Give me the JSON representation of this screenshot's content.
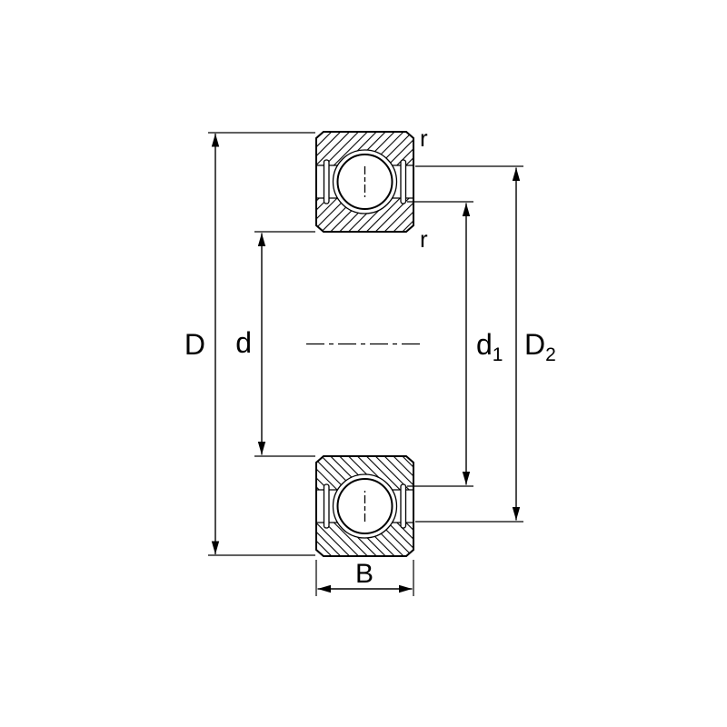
{
  "labels": {
    "D": "D",
    "d": "d",
    "d1_main": "d",
    "d1_sub": "1",
    "D2_main": "D",
    "D2_sub": "2",
    "B": "B",
    "r_outer": "r",
    "r_inner": "r"
  },
  "colors": {
    "line": "#000000",
    "background": "#ffffff"
  }
}
